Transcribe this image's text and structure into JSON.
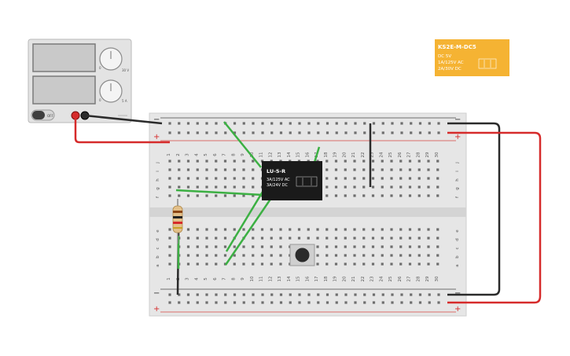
{
  "power_supply": {
    "off_label": "OFF",
    "knob_top_labels": [
      "0",
      "30 V"
    ],
    "knob_bottom_labels": [
      "0",
      "5 A"
    ],
    "knob_top_max": "30 V",
    "knob_bottom_max": "5 A",
    "output_state": "OFF"
  },
  "relay_ks2e": {
    "title": "KS2E-M-DC5",
    "line1": "DC 5V",
    "line2": "1A/125V AC",
    "line3": "2A/30V DC",
    "color": "#f5b333"
  },
  "relay_lu5r": {
    "title": "LU-5-R",
    "line1": "3A/125V AC",
    "line2": "3A/24V  DC",
    "color": "#1a1a1a"
  },
  "breadboard": {
    "rail_minus": "−",
    "rail_plus": "+",
    "row_letters_top": [
      "j",
      "i",
      "h",
      "g",
      "f"
    ],
    "row_letters_bottom": [
      "e",
      "d",
      "c",
      "b",
      "a"
    ],
    "columns": [
      "1",
      "2",
      "3",
      "4",
      "5",
      "6",
      "7",
      "8",
      "9",
      "10",
      "11",
      "12",
      "13",
      "14",
      "15",
      "16",
      "17",
      "18",
      "19",
      "20",
      "21",
      "22",
      "23",
      "24",
      "25",
      "26",
      "27",
      "28",
      "29",
      "30"
    ],
    "bottom_column_labels": [
      "1",
      "2",
      "3",
      "4",
      "5",
      "6",
      "7",
      "8",
      "9",
      "10",
      "11",
      "12",
      "13",
      "14",
      "15",
      "16",
      "17",
      "18",
      "19",
      "20",
      "21",
      "22",
      "23",
      "24",
      "25",
      "26",
      "27",
      "28",
      "29",
      "30"
    ]
  },
  "colors": {
    "wire_red": "#d62b2b",
    "wire_black": "#2b2b2b",
    "wire_green": "#3cb043",
    "board": "#e6e6e6",
    "rail_red_line": "#d64541",
    "hole": "#6d6d6d"
  },
  "icons": [
    "power-switch-icon",
    "terminal-red-icon",
    "terminal-black-icon",
    "pushbutton-icon",
    "resistor-icon",
    "relay-schematic-icon"
  ]
}
